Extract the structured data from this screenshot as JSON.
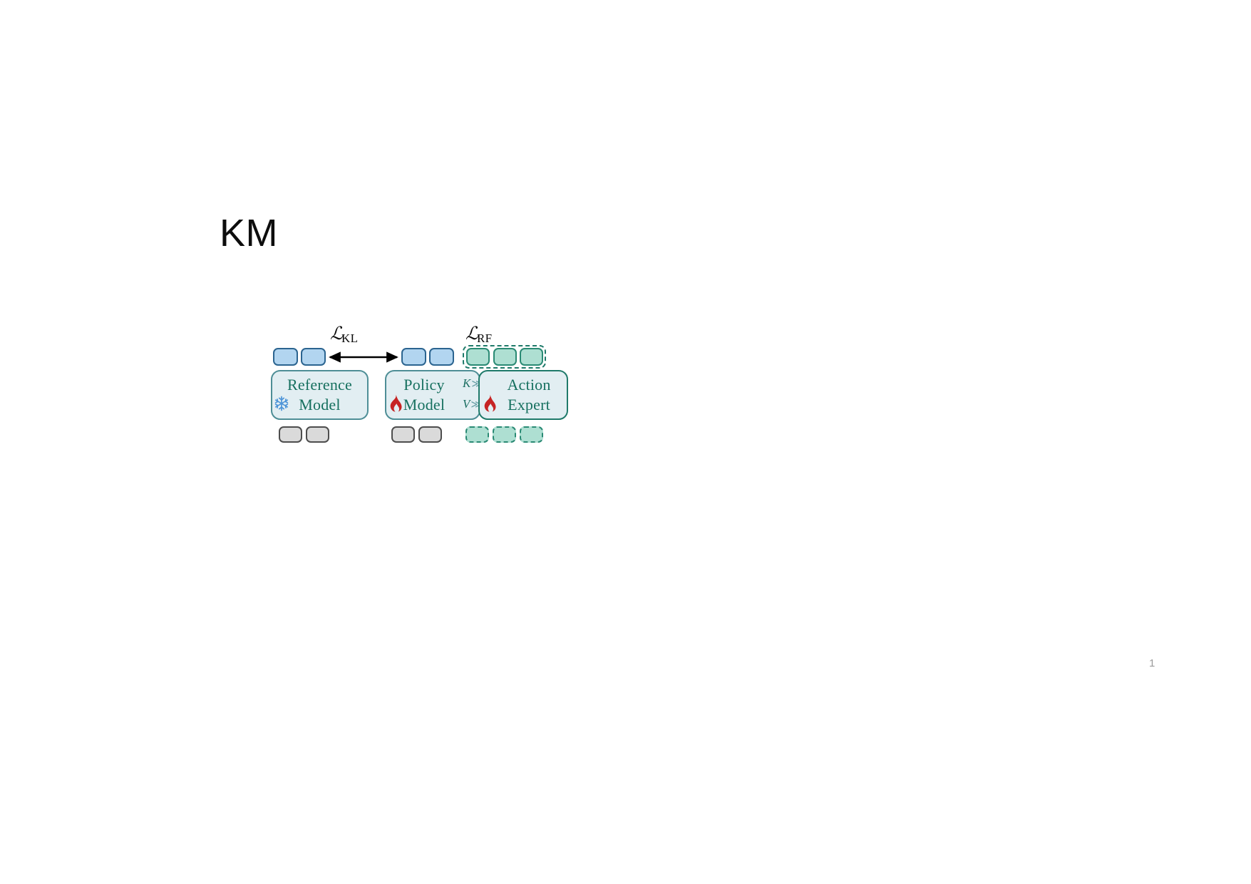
{
  "slide": {
    "title": "KM",
    "page_number": "1"
  },
  "diagram": {
    "losses": [
      {
        "name": "kl-loss",
        "symbol": "ℒ",
        "subscript": "KL"
      },
      {
        "name": "rf-loss",
        "symbol": "ℒ",
        "subscript": "RF"
      }
    ],
    "modules": [
      {
        "id": "reference-model",
        "line1": "Reference",
        "line2": "Model",
        "badge": "snowflake-icon",
        "badge_glyph": "❄",
        "state": "frozen",
        "border_color": "#4e8e96",
        "fill_color": "#e2eef2"
      },
      {
        "id": "policy-model",
        "line1": "Policy",
        "line2": "Model",
        "badge": "fire-icon",
        "badge_glyph": "🔥",
        "state": "trainable",
        "border_color": "#4e8e96",
        "fill_color": "#e2eef2",
        "side_labels": [
          "K",
          "V"
        ]
      },
      {
        "id": "action-expert",
        "line1": "Action",
        "line2": "Expert",
        "badge": "fire-icon",
        "badge_glyph": "🔥",
        "state": "trainable",
        "border_color": "#1f7a6a",
        "fill_color": "#e2eef2"
      }
    ],
    "token_groups": [
      {
        "id": "reference-output-tokens",
        "style": "blue",
        "count": 2,
        "position": "above"
      },
      {
        "id": "policy-output-tokens",
        "style": "blue",
        "count": 2,
        "position": "above"
      },
      {
        "id": "action-output-tokens",
        "style": "green",
        "count": 3,
        "position": "above",
        "grouped": true
      },
      {
        "id": "reference-input-tokens",
        "style": "gray",
        "count": 2,
        "position": "below"
      },
      {
        "id": "policy-input-tokens",
        "style": "gray",
        "count": 2,
        "position": "below"
      },
      {
        "id": "action-input-tokens",
        "style": "green-dashed",
        "count": 3,
        "position": "below"
      }
    ],
    "connector": {
      "id": "kl-arrow",
      "type": "double-headed-arrow",
      "from": "reference-output-tokens",
      "to": "policy-output-tokens",
      "color": "#000000"
    },
    "chevron_glyph": "≫"
  }
}
